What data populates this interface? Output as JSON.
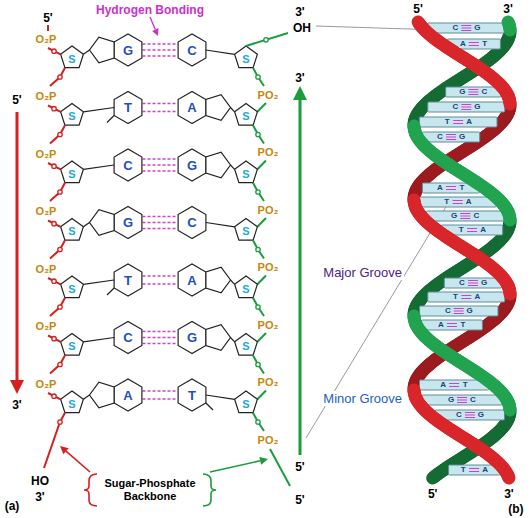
{
  "diagram": {
    "labels": [
      "Hydrogen Bonding",
      "5'",
      "3'",
      "OH",
      "5'",
      "3'",
      "O₂P",
      "S",
      "G",
      "C",
      "S",
      "PO₂",
      "O₂P",
      "S",
      "T",
      "A",
      "S",
      "PO₂",
      "O₂P",
      "S",
      "C",
      "G",
      "S",
      "PO₂",
      "O₂P",
      "S",
      "G",
      "C",
      "S",
      "PO₂",
      "O₂P",
      "S",
      "T",
      "A",
      "S",
      "PO₂",
      "O₂P",
      "S",
      "C",
      "G",
      "S",
      "PO₂",
      "O₂P",
      "S",
      "A",
      "T",
      "S",
      "PO₂",
      "3'",
      "5'",
      "HO",
      "3'",
      "Sugar-Phosphate Backbone",
      "5'",
      "(a)",
      "5'",
      "3'",
      "C",
      "G",
      "A",
      "T",
      "G",
      "C",
      "C",
      "G",
      "T",
      "A",
      "C",
      "G",
      "A",
      "T",
      "T",
      "A",
      "G",
      "C",
      "T",
      "A",
      "C",
      "G",
      "T",
      "A",
      "C",
      "G",
      "A",
      "T",
      "A",
      "T",
      "G",
      "C",
      "C",
      "G",
      "T",
      "A",
      "Major Groove",
      "Minor Groove",
      "5'",
      "3'",
      "(b)"
    ]
  }
}
